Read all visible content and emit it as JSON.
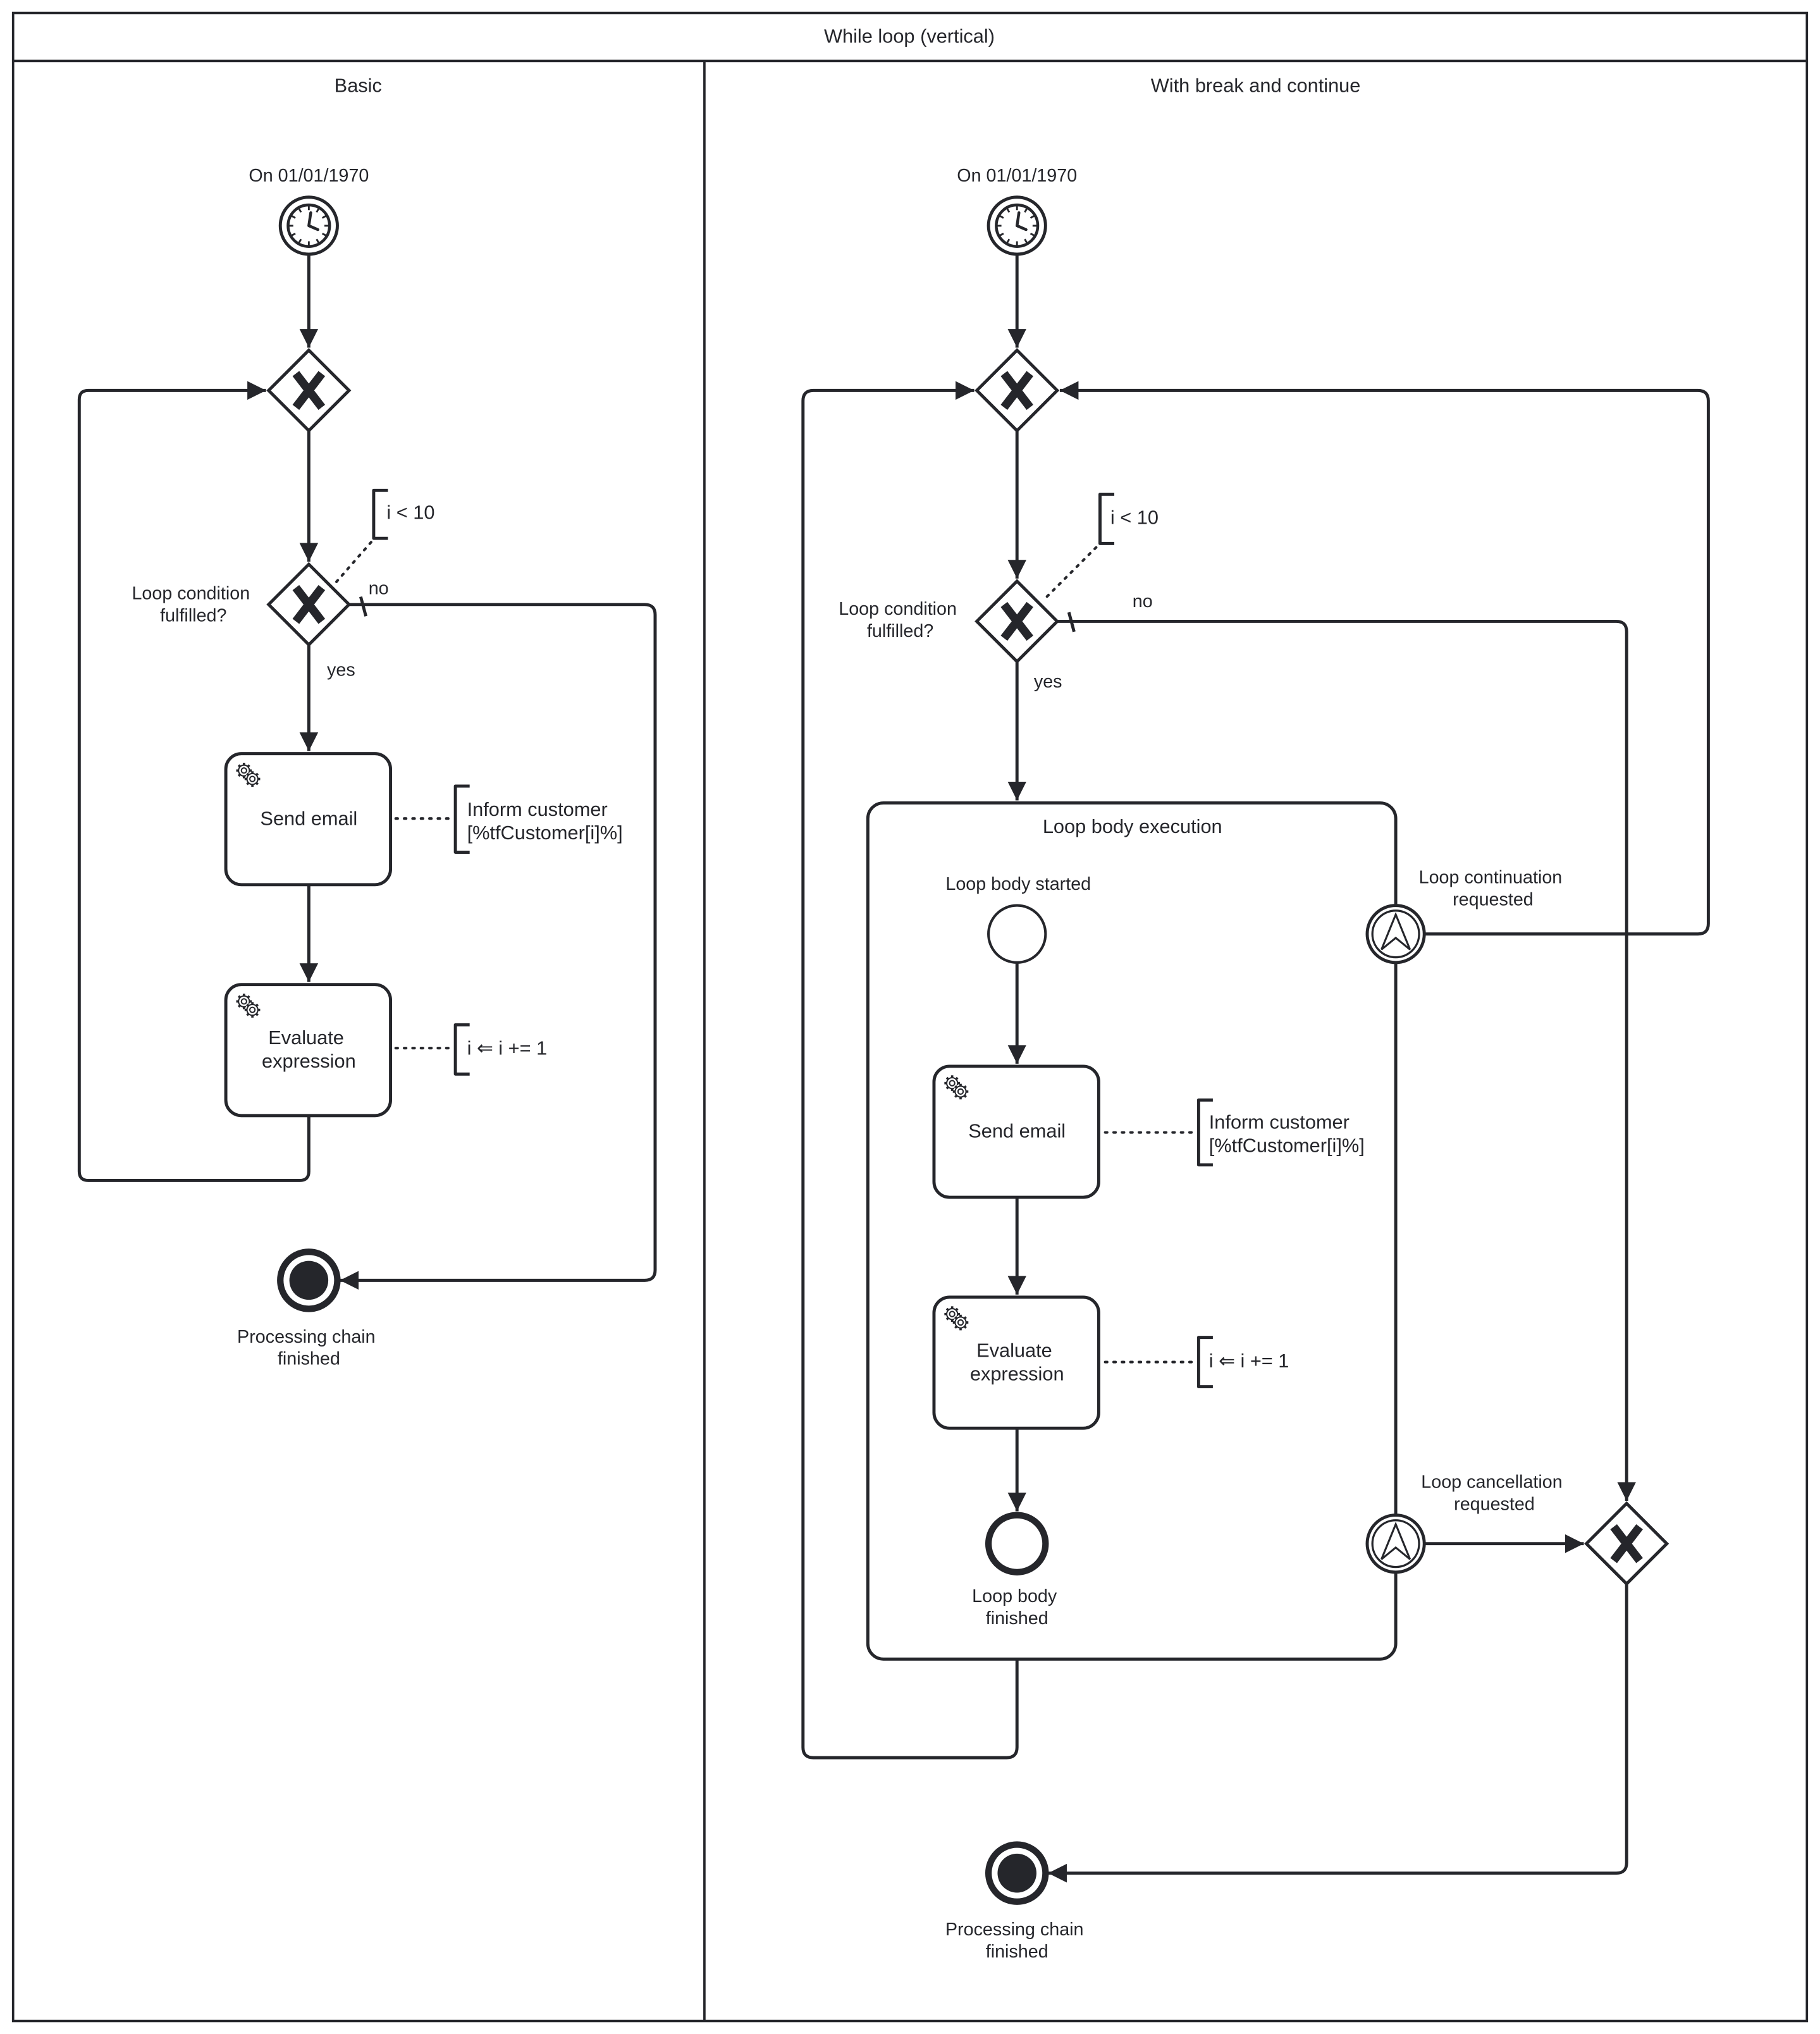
{
  "pool": {
    "title": "While loop (vertical)"
  },
  "lanes": [
    {
      "title": "Basic",
      "start_event": {
        "label": "On 01/01/1970",
        "icon": "timer-icon"
      },
      "merge_gateway": {
        "type": "exclusive",
        "icon": "x-icon"
      },
      "condition_gateway": {
        "label_line1": "Loop condition",
        "label_line2": "fulfilled?",
        "condition": "i < 10",
        "yes_label": "yes",
        "no_label": "no"
      },
      "tasks": [
        {
          "label": "Send email",
          "icon": "service-gear-icon",
          "annotation_line1": "Inform customer",
          "annotation_line2": "[%tfCustomer[i]%]"
        },
        {
          "label_line1": "Evaluate",
          "label_line2": "expression",
          "icon": "service-gear-icon",
          "annotation": "i ⇐ i += 1"
        }
      ],
      "end_event": {
        "label_line1": "Processing chain",
        "label_line2": "finished"
      }
    },
    {
      "title": "With break and continue",
      "start_event": {
        "label": "On 01/01/1970",
        "icon": "timer-icon"
      },
      "merge_gateway": {
        "type": "exclusive",
        "icon": "x-icon"
      },
      "condition_gateway": {
        "label_line1": "Loop condition",
        "label_line2": "fulfilled?",
        "condition": "i < 10",
        "yes_label": "yes",
        "no_label": "no"
      },
      "subprocess": {
        "title": "Loop body execution",
        "start_event": {
          "label": "Loop body started"
        },
        "tasks": [
          {
            "label": "Send email",
            "icon": "service-gear-icon",
            "annotation_line1": "Inform customer",
            "annotation_line2": "[%tfCustomer[i]%]"
          },
          {
            "label_line1": "Evaluate",
            "label_line2": "expression",
            "icon": "service-gear-icon",
            "annotation": "i ⇐ i += 1"
          }
        ],
        "end_event": {
          "label_line1": "Loop body",
          "label_line2": "finished"
        }
      },
      "boundary_events": [
        {
          "label_line1": "Loop continuation",
          "label_line2": "requested",
          "icon": "escalation-icon"
        },
        {
          "label_line1": "Loop cancellation",
          "label_line2": "requested",
          "icon": "escalation-icon"
        }
      ],
      "exit_gateway": {
        "type": "exclusive",
        "icon": "x-icon"
      },
      "end_event": {
        "label_line1": "Processing chain",
        "label_line2": "finished"
      }
    }
  ]
}
